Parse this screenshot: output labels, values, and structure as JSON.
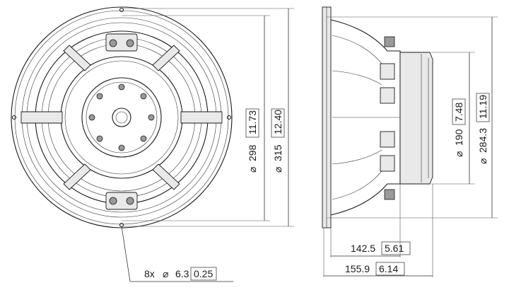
{
  "front_view": {
    "dim_298": {
      "symbol": "⌀",
      "mm": "298",
      "inch": "11.73"
    },
    "dim_315": {
      "symbol": "⌀",
      "mm": "315",
      "inch": "12.40"
    },
    "holes": {
      "count": "8x",
      "symbol": "⌀",
      "mm": "6.3",
      "inch": "0.25"
    }
  },
  "side_view": {
    "dim_190": {
      "symbol": "⌀",
      "mm": "190",
      "inch": "7.48"
    },
    "dim_284": {
      "symbol": "⌀",
      "mm": "284.3",
      "inch": "11.19"
    },
    "depth_142": {
      "mm": "142.5",
      "inch": "5.61"
    },
    "depth_155": {
      "mm": "155.9",
      "inch": "6.14"
    }
  }
}
